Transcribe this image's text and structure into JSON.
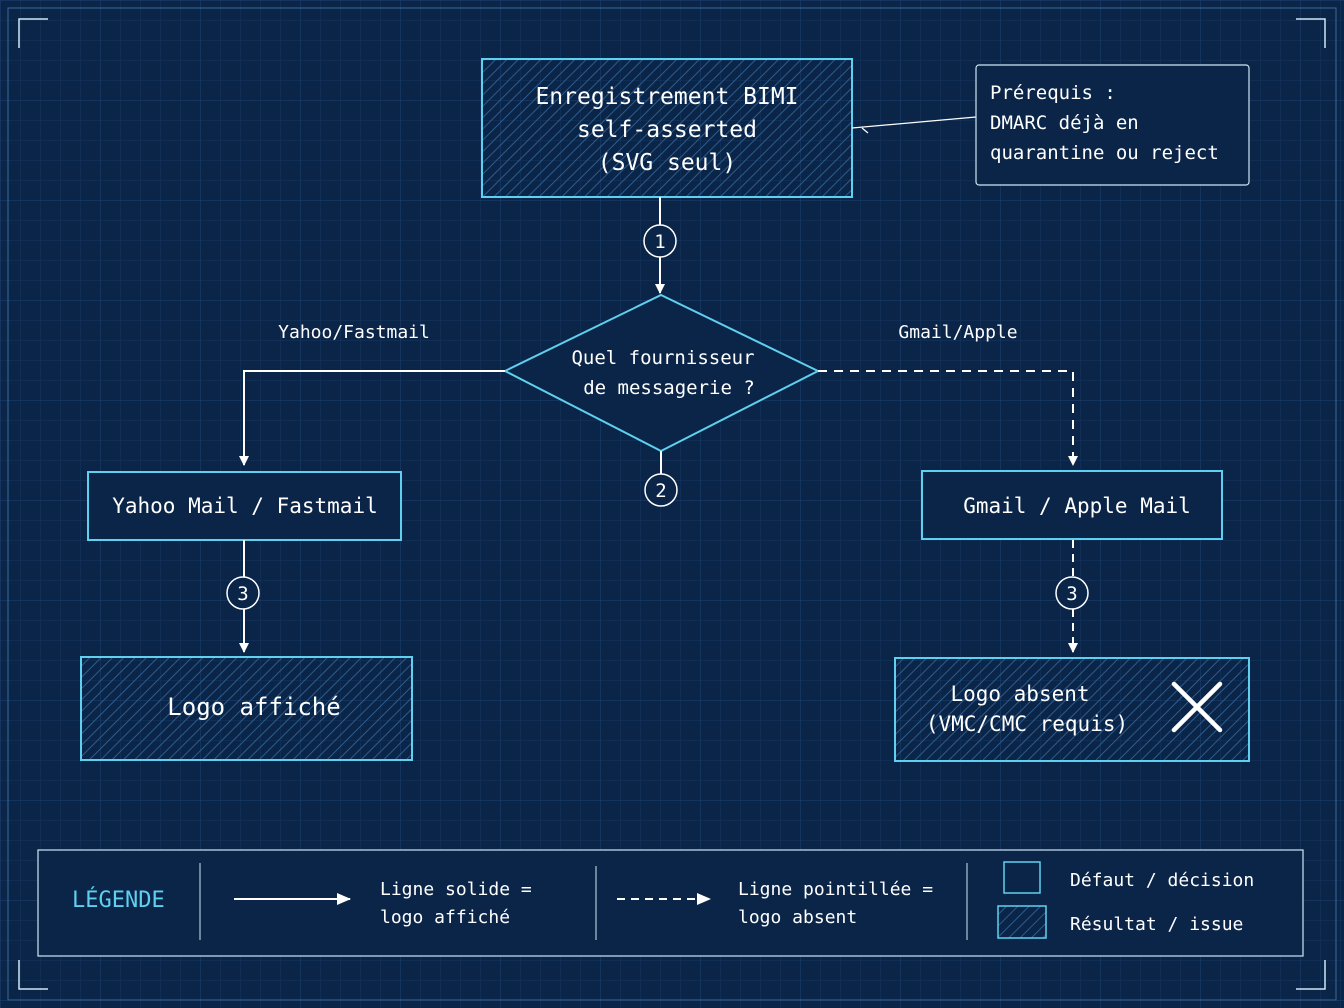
{
  "colors": {
    "background": "#0b2548",
    "grid": "#1a3a66",
    "accent": "#5fd0ef",
    "line": "#ffffff",
    "text": "#ffffff"
  },
  "nodes": {
    "start": {
      "lines": [
        "Enregistrement BIMI",
        "self-asserted",
        "(SVG seul)"
      ]
    },
    "note": {
      "lines": [
        "Prérequis :",
        "DMARC déjà en",
        "quarantine ou reject"
      ]
    },
    "decision": {
      "lines": [
        "Quel fournisseur",
        "de messagerie ?"
      ]
    },
    "yahoo": {
      "label": "Yahoo Mail / Fastmail"
    },
    "gmail": {
      "label": "Gmail / Apple Mail"
    },
    "logo_shown": {
      "label": "Logo affiché"
    },
    "logo_absent": {
      "lines": [
        "Logo absent",
        "(VMC/CMC requis)"
      ],
      "icon": "x-mark-icon"
    }
  },
  "edges": {
    "yahoo_branch_label": "Yahoo/Fastmail",
    "gmail_branch_label": "Gmail/Apple"
  },
  "steps": {
    "one": "1",
    "two": "2",
    "three": "3"
  },
  "legend": {
    "title": "LÉGENDE",
    "solid": [
      "Ligne solide =",
      "logo affiché"
    ],
    "dashed": [
      "Ligne pointillée =",
      "logo absent"
    ],
    "box_default": "Défaut / décision",
    "box_result": "Résultat / issue"
  }
}
